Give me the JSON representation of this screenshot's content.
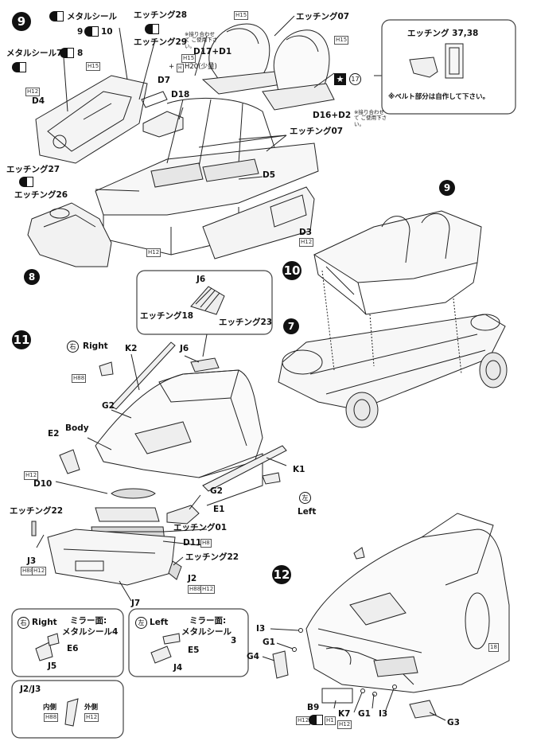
{
  "steps": {
    "s9": "9",
    "s10": "10",
    "s11": "11",
    "s12": "12",
    "s7": "7",
    "s8": "8",
    "s17": "17"
  },
  "step9": {
    "metal_seal": "メタルシール",
    "metal_seal_nums": "9",
    "metal_seal_nums2": "10",
    "metal_seal7": "メタルシール7",
    "num8": "8",
    "etching28": "エッチング28",
    "etching29": "エッチング29",
    "etching07a": "エッチング07",
    "etching07b": "エッチング07",
    "etching27": "エッチング27",
    "etching26": "エッチング26",
    "d17d1": "D17+D1",
    "d16d2": "D16+D2",
    "d7": "D7",
    "d18": "D18",
    "d4": "D4",
    "d5": "D5",
    "d3": "D3",
    "h20note": "H20(少量)",
    "plus": "+",
    "note_small": "※接り合わせて ご使用下さい。",
    "note_small2": "※接り合わせて ご使用下さい。",
    "h15": "15",
    "h12": "12"
  },
  "inset": {
    "title": "エッチング 37,38",
    "note": "※ベルト部分は自作して下さい。"
  },
  "step11": {
    "right_kanji": "右",
    "right": "Right",
    "left_kanji": "左",
    "left": "Left",
    "k2": "K2",
    "j6": "J6",
    "g2": "G2",
    "g2b": "G2",
    "body": "Body",
    "e2": "E2",
    "d10": "D10",
    "e1": "E1",
    "k1": "K1",
    "etching01": "エッチング01",
    "etching22a": "エッチング22",
    "etching22b": "エッチング22",
    "d11": "D11",
    "h8": "8",
    "j3": "J3",
    "j2": "J2",
    "j7": "J7",
    "h88": "88"
  },
  "j6box": {
    "j6": "J6",
    "etching18": "エッチング18",
    "etching23": "エッチング23"
  },
  "mirror_right": {
    "kanji": "右",
    "label": "Right",
    "mirror": "ミラー面:",
    "seal": "メタルシール4",
    "e6": "E6",
    "j5": "J5"
  },
  "mirror_left": {
    "kanji": "左",
    "label": "Left",
    "mirror": "ミラー面:",
    "seal": "メタルシール",
    "num3": "3",
    "e5": "E5",
    "j4": "J4"
  },
  "j2j3box": {
    "title": "J2/J3",
    "inner": "内側",
    "outer": "外側"
  },
  "step12": {
    "i3a": "I3",
    "g1a": "G1",
    "g4": "G4",
    "b9": "B9",
    "k7": "K7",
    "g1b": "G1",
    "i3b": "I3",
    "g3": "G3",
    "h1": "1"
  }
}
